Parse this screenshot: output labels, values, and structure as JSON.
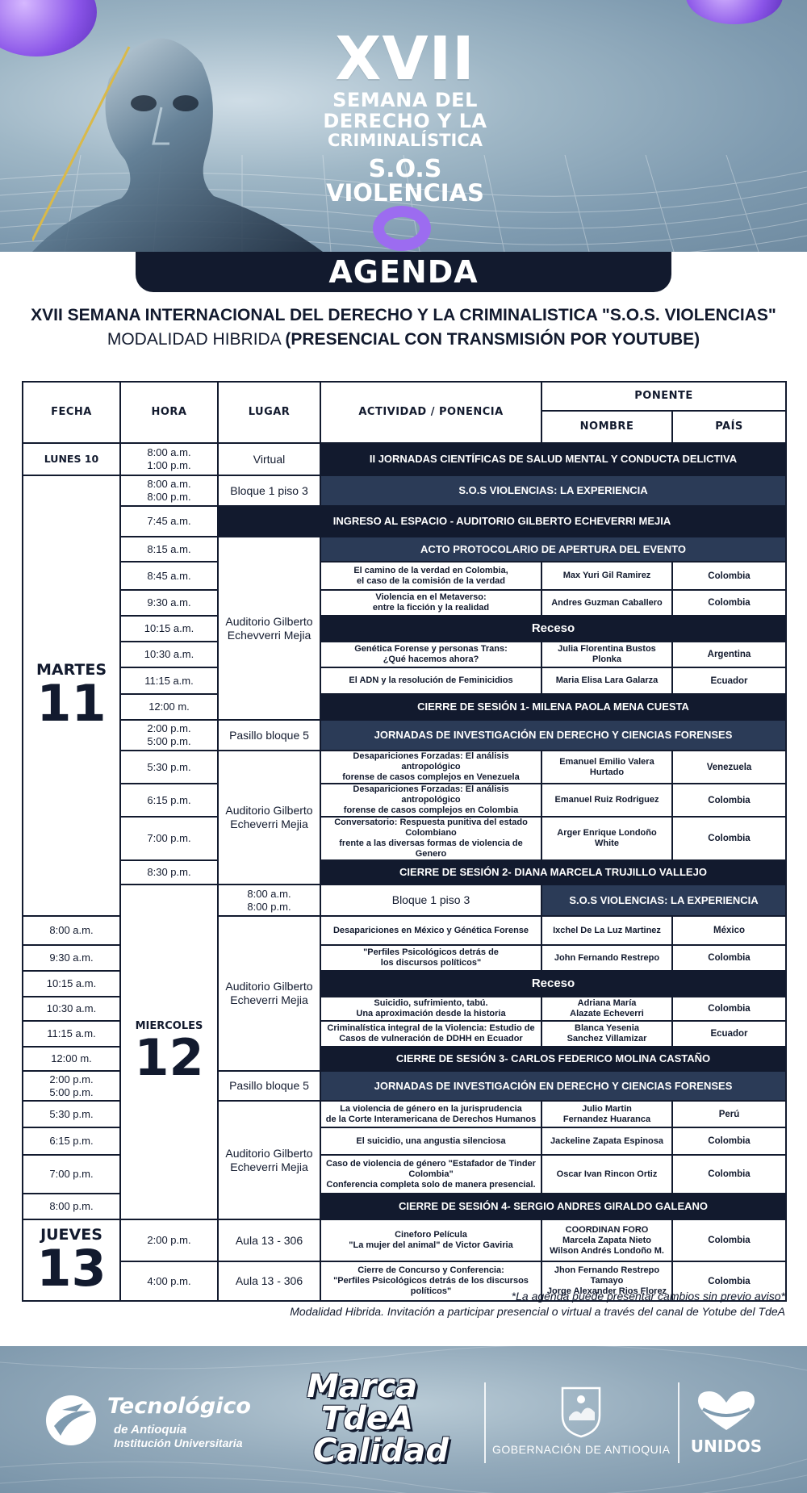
{
  "banner": {
    "edition": "XVII",
    "line1": "SEMANA DEL",
    "line2": "DERECHO Y LA",
    "line3": "CRIMINALÍSTICA",
    "line4": "S.O.S",
    "line5": "VIOLENCIAS"
  },
  "agenda_label": "AGENDA",
  "subtitle": {
    "line1": "XVII SEMANA INTERNACIONAL DEL DERECHO Y LA CRIMINALISTICA \"S.O.S. VIOLENCIAS\"",
    "line2a": "MODALIDAD HIBRIDA ",
    "line2b": "(PRESENCIAL CON TRANSMISIÓN POR YOUTUBE)"
  },
  "headers": {
    "fecha": "FECHA",
    "hora": "HORA",
    "lugar": "LUGAR",
    "actividad": "ACTIVIDAD / PONENCIA",
    "ponente": "PONENTE",
    "nombre": "NOMBRE",
    "pais": "PAÍS"
  },
  "days": {
    "lunes": "LUNES 10",
    "martes_name": "MARTES",
    "martes_num": "11",
    "miercoles_name": "MIERCOLES",
    "miercoles_num": "12",
    "jueves_name": "JUEVES",
    "jueves_num": "13"
  },
  "rows": [
    {
      "hora": "8:00 a.m.\n1:00 p.m.",
      "lugar": "Virtual",
      "banner": "II JORNADAS CIENTÍFICAS DE SALUD MENTAL Y CONDUCTA DELICTIVA"
    },
    {
      "hora": "8:00 a.m.\n8:00 p.m.",
      "lugar": "Bloque 1 piso 3",
      "banner": "S.O.S VIOLENCIAS: LA EXPERIENCIA"
    },
    {
      "hora": "7:45 a.m.",
      "banner": "INGRESO AL ESPACIO - AUDITORIO GILBERTO ECHEVERRI MEJIA"
    },
    {
      "hora": "8:15 a.m.",
      "lugar": "Auditorio Gilberto\nEchevverri Mejia",
      "banner": "ACTO PROTOCOLARIO DE APERTURA DEL EVENTO"
    },
    {
      "hora": "8:45 a.m.",
      "actividad": "El camino de la verdad en Colombia,\nel caso de la comisión de la verdad",
      "nombre": "Max Yuri Gil Ramirez",
      "pais": "Colombia"
    },
    {
      "hora": "9:30 a.m.",
      "actividad": "Violencia en el Metaverso:\nentre la ficción y  la realidad",
      "nombre": "Andres Guzman Caballero",
      "pais": "Colombia"
    },
    {
      "hora": "10:15 a.m.",
      "receso": "Receso"
    },
    {
      "hora": "10:30 a.m.",
      "actividad": "Genética Forense y personas Trans:\n¿Qué hacemos ahora?",
      "nombre": "Julia Florentina Bustos Plonka",
      "pais": "Argentina"
    },
    {
      "hora": "11:15 a.m.",
      "actividad": "El ADN y la resolución de Feminicidios",
      "nombre": "Maria Elisa Lara Galarza",
      "pais": "Ecuador"
    },
    {
      "hora": "12:00 m.",
      "banner": "CIERRE DE SESIÓN 1- MILENA PAOLA MENA CUESTA"
    },
    {
      "hora": "2:00 p.m.\n5:00 p.m.",
      "lugar": "Pasillo bloque 5",
      "banner": "JORNADAS DE INVESTIGACIÓN EN DERECHO Y CIENCIAS FORENSES"
    },
    {
      "hora": "5:30 p.m.",
      "lugar": "Auditorio Gilberto\nEcheverri Mejia",
      "actividad": "Desapariciones Forzadas: El análisis antropológico\nforense de casos complejos en Venezuela",
      "nombre": "Emanuel Emilio Valera Hurtado",
      "pais": "Venezuela"
    },
    {
      "hora": "6:15 p.m.",
      "actividad": "Desapariciones Forzadas: El análisis antropológico\nforense de casos complejos en Colombia",
      "nombre": "Emanuel Ruiz Rodriguez",
      "pais": "Colombia"
    },
    {
      "hora": "7:00 p.m.",
      "actividad": "Conversatorio: Respuesta punitiva del estado Colombiano\nfrente a las diversas formas de violencia de Genero",
      "nombre": "Arger Enrique Londoño White",
      "pais": "Colombia"
    },
    {
      "hora": "8:30 p.m.",
      "banner": "CIERRE DE SESIÓN 2- DIANA MARCELA TRUJILLO VALLEJO"
    },
    {
      "hora": "8:00 a.m.\n8:00 p.m.",
      "lugar": "Bloque 1 piso 3",
      "banner": "S.O.S VIOLENCIAS: LA EXPERIENCIA"
    },
    {
      "hora": "8:00 a.m.",
      "lugar": "Auditorio Gilberto\nEcheverri Mejia",
      "actividad": "Desapariciones en México y Génética Forense",
      "nombre": "Ixchel De La Luz Martinez",
      "pais": "México"
    },
    {
      "hora": "9:30 a.m.",
      "actividad": "\"Perfiles Psicológicos detrás de\nlos discursos políticos\"",
      "nombre": "John Fernando Restrepo",
      "pais": "Colombia"
    },
    {
      "hora": "10:15 a.m.",
      "receso": "Receso"
    },
    {
      "hora": "10:30 a.m.",
      "actividad": "Suicidio, sufrimiento, tabú.\nUna aproximación desde la historia",
      "nombre": "Adriana María\nAlazate Echeverri",
      "pais": "Colombia"
    },
    {
      "hora": "11:15 a.m.",
      "actividad": "Criminalística integral de la Violencia: Estudio de\nCasos de vulneración de DDHH en Ecuador",
      "nombre": "Blanca Yesenia\nSanchez Villamizar",
      "pais": "Ecuador"
    },
    {
      "hora": "12:00 m.",
      "banner": "CIERRE DE SESIÓN 3- CARLOS FEDERICO MOLINA CASTAÑO"
    },
    {
      "hora": "2:00 p.m.\n5:00 p.m.",
      "lugar": "Pasillo bloque 5",
      "banner": "JORNADAS DE INVESTIGACIÓN EN DERECHO Y CIENCIAS FORENSES"
    },
    {
      "hora": "5:30 p.m.",
      "lugar": "Auditorio Gilberto\nEcheverri Mejia",
      "actividad": "La violencia de género en la jurisprudencia\nde la Corte Interamericana de Derechos Humanos",
      "nombre": "Julio Martin\nFernandez Huaranca",
      "pais": "Perú"
    },
    {
      "hora": "6:15 p.m.",
      "actividad": "El suicidio, una angustia silenciosa",
      "nombre": "Jackeline Zapata Espinosa",
      "pais": "Colombia"
    },
    {
      "hora": "7:00 p.m.",
      "actividad": "Caso de violencia de género \"Estafador de Tinder Colombia\"\nConferencia completa solo de manera presencial.",
      "nombre": "Oscar Ivan Rincon Ortiz",
      "pais": "Colombia"
    },
    {
      "hora": "8:00 p.m.",
      "banner": "CIERRE DE SESIÓN 4- SERGIO ANDRES GIRALDO GALEANO"
    },
    {
      "hora": "2:00 p.m.",
      "lugar": "Aula 13 - 306",
      "actividad": "Cineforo Película\n\"La mujer del animal\" de Victor Gaviria",
      "nombre": "COORDINAN FORO\nMarcela Zapata Nieto\nWilson Andrés Londoño M.",
      "pais": "Colombia"
    },
    {
      "hora": "4:00 p.m.",
      "lugar": "Aula 13 - 306",
      "actividad": "Cierre de Concurso y Conferencia:\n\"Perfiles Psicológicos detrás de los discursos políticos\"",
      "nombre": "Jhon Fernando Restrepo Tamayo\nJorge Alexander Rios Florez",
      "pais": "Colombia"
    }
  ],
  "notes": {
    "line1": "*La agenda puede presentar cambios sin previo aviso*",
    "line2": "Modalidad Hibrida. Invitación a participar presencial o virtual a través del canal de Yotube del TdeA"
  },
  "footer": {
    "tda_line1": "Tecnológico",
    "tda_line2": "de Antioquia",
    "tda_line3": "Institución Universitaria",
    "marca_line1": "Marca",
    "marca_line2": "TdeA",
    "marca_line3": "Calidad",
    "gobernacion": "GOBERNACIÓN DE ANTIOQUIA",
    "unidos": "UNIDOS"
  },
  "colors": {
    "navy": "#121a2e",
    "slate": "#2b3b57",
    "accent_purple": "#9c6cf0"
  }
}
